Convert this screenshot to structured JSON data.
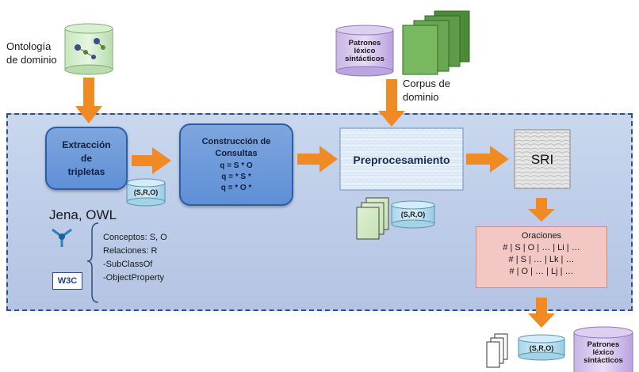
{
  "ontology": {
    "label_line1": "Ontología",
    "label_line2": "de dominio"
  },
  "patterns_top": {
    "line1": "Patrones",
    "line2": "léxico",
    "line3": "sintácticos"
  },
  "corpus": {
    "line1": "Corpus de",
    "line2": "dominio"
  },
  "extraction": {
    "line1": "Extracción",
    "line2": "de",
    "line3": "tripletas"
  },
  "triple_db": "(S,R,O)",
  "query_box": {
    "title_line1": "Construcción de",
    "title_line2": "Consultas",
    "q1": "q = S * O",
    "q2": "q = * S *",
    "q3": "q = * O *"
  },
  "preprocessing": "Preprocesamiento",
  "sri": "SRI",
  "tools": {
    "title": "Jena, OWL",
    "concepts": "Conceptos: S, O",
    "relations": "Relaciones: R",
    "subclass": "-SubClassOf",
    "objprop": "-ObjectProperty",
    "w3c": "W3C"
  },
  "sentences": {
    "title": "Oraciones",
    "row1": "# | S | O | … | Li  | …",
    "row2": "# | S | … | Lk |  …",
    "row3": "# | O | … | Lj |  …"
  },
  "patterns_bottom": {
    "line1": "Patrones",
    "line2": "léxico",
    "line3": "sintácticos"
  },
  "colors": {
    "arrow": "#f08a24",
    "panel_border": "#2f4f86",
    "box_blue": "#5f8fd6"
  }
}
